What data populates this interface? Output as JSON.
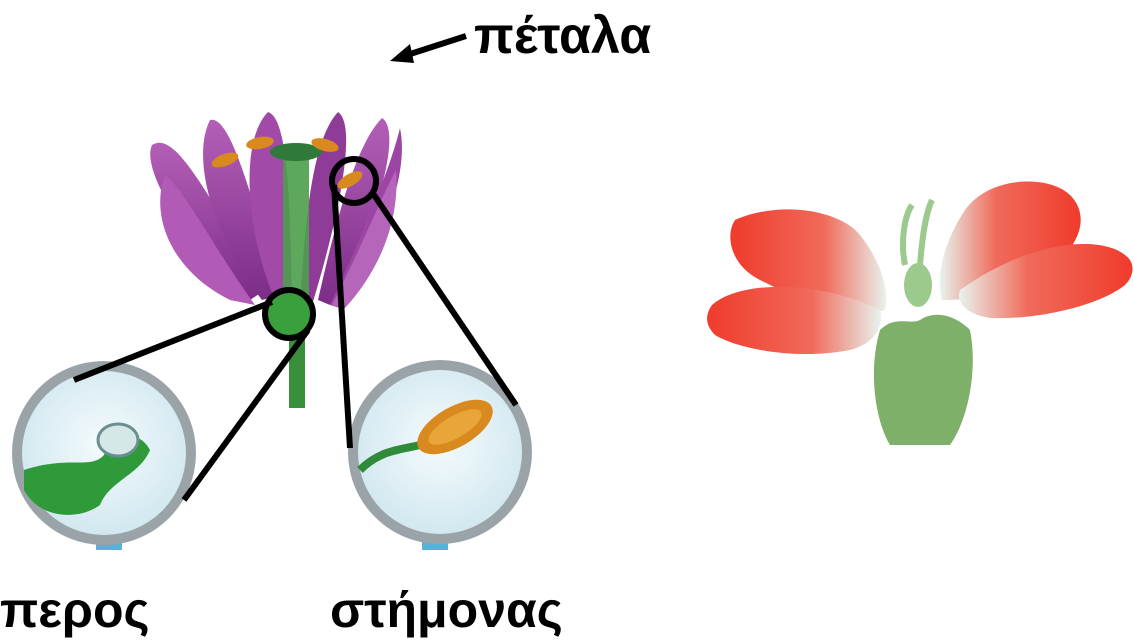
{
  "labels": {
    "petals": "πέταλα",
    "pistil": "περος",
    "stamen": "στήμονας"
  },
  "colors": {
    "petal_purple": "#9c3fa3",
    "petal_purple_light": "#c47ac6",
    "stem_green": "#3a8f3a",
    "anther_orange": "#d98a1e",
    "red_petal": "#ef3b2c",
    "sepal_green": "#7fb06a",
    "lens_rim": "#9aa3a8",
    "lens_glass": "#dff0f6",
    "handle_blue": "#5ab0d6",
    "line": "#000000"
  }
}
